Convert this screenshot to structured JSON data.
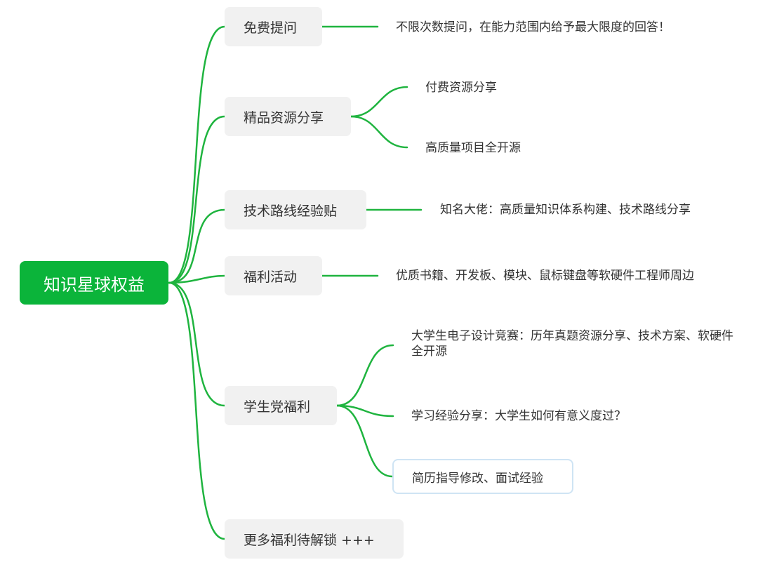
{
  "colors": {
    "accent": "#0bb43a",
    "line": "#1fb43f",
    "node_bg": "#f1f1f1",
    "text": "#333333",
    "highlight_border": "#cfe4f4"
  },
  "root": {
    "label": "知识星球权益"
  },
  "branches": [
    {
      "label": "免费提问",
      "children": [
        {
          "label": "不限次数提问，在能力范围内给予最大限度的回答！"
        }
      ]
    },
    {
      "label": "精品资源分享",
      "children": [
        {
          "label": "付费资源分享"
        },
        {
          "label": "高质量项目全开源"
        }
      ]
    },
    {
      "label": "技术路线经验贴",
      "children": [
        {
          "label": "知名大佬：高质量知识体系构建、技术路线分享"
        }
      ]
    },
    {
      "label": "福利活动",
      "children": [
        {
          "label": "优质书籍、开发板、模块、鼠标键盘等软硬件工程师周边"
        }
      ]
    },
    {
      "label": "学生党福利",
      "children": [
        {
          "label": "大学生电子设计竞赛：历年真题资源分享、技术方案、软硬件全开源"
        },
        {
          "label": "学习经验分享：大学生如何有意义度过？"
        },
        {
          "label": "简历指导修改、面试经验"
        }
      ]
    },
    {
      "label": "更多福利待解锁 +++",
      "children": []
    }
  ]
}
